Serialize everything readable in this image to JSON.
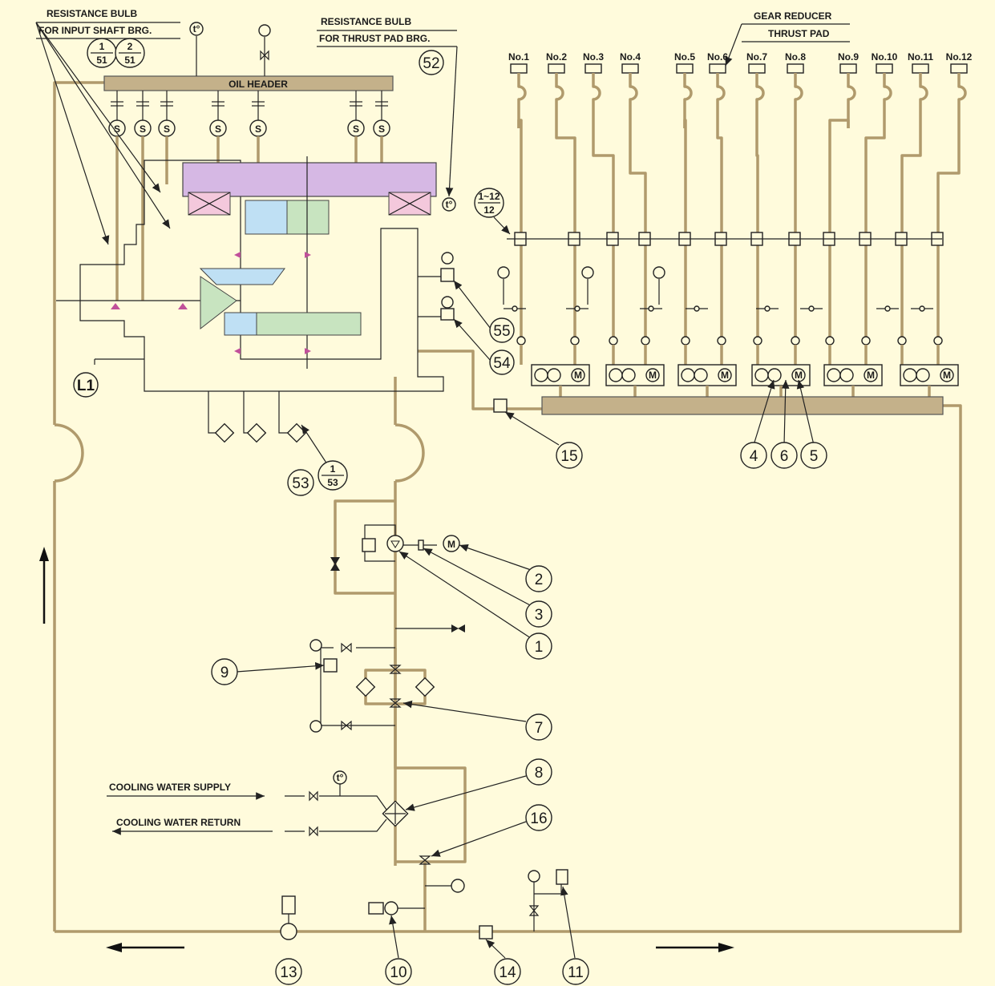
{
  "colors": {
    "background": "#fffbdc",
    "pipe": "#b09a6c",
    "header_bar": "#c4b18a",
    "housing": "#d6b8e4",
    "bearing_pink": "#f4c8dc",
    "shaft_blue": "#bfe0f4",
    "gear_green": "#c8e4c0",
    "arrow_magenta": "#c0509a"
  },
  "labels": {
    "resistance_bulb_1": "RESISTANCE BULB",
    "input_shaft_brg": "FOR INPUT SHAFT BRG.",
    "resistance_bulb_2": "RESISTANCE BULB",
    "thrust_pad_brg": "FOR THRUST PAD BRG.",
    "gear_reducer": "GEAR REDUCER",
    "thrust_pad": "THRUST PAD",
    "oil_header": "OIL HEADER",
    "cooling_supply": "COOLING WATER SUPPLY",
    "cooling_return": "COOLING WATER RETURN",
    "level": "L1"
  },
  "fractions": {
    "f1_51": {
      "num": "1",
      "den": "51"
    },
    "f2_51": {
      "num": "2",
      "den": "51"
    },
    "f1_53": {
      "num": "1",
      "den": "53"
    },
    "f1_12": {
      "num": "1~12",
      "den": "12"
    }
  },
  "pads": [
    "No.1",
    "No.2",
    "No.3",
    "No.4",
    "No.5",
    "No.6",
    "No.7",
    "No.8",
    "No.9",
    "No.10",
    "No.11",
    "No.12"
  ],
  "symbols": {
    "temp": "t°",
    "strainer": "S",
    "motor": "M"
  },
  "balloons": {
    "b52": "52",
    "b55": "55",
    "b54": "54",
    "b53": "53",
    "b15": "15",
    "b4": "4",
    "b6": "6",
    "b5": "5",
    "b2": "2",
    "b3": "3",
    "b1": "1",
    "b9": "9",
    "b7": "7",
    "b8": "8",
    "b16": "16",
    "b13": "13",
    "b10": "10",
    "b14": "14",
    "b11": "11"
  }
}
